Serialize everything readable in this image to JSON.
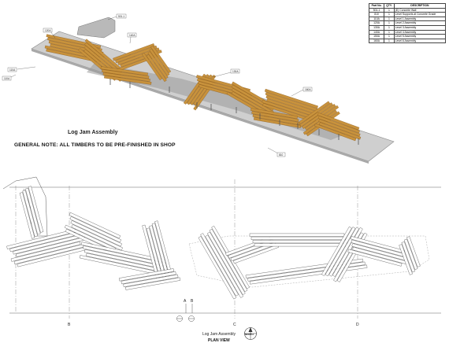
{
  "parts_table": {
    "headers": [
      "Part No.",
      "QTY.",
      "DESCRIPTION"
    ],
    "rows": [
      [
        "501-1",
        "1",
        "(E) Concrete Wall"
      ],
      [
        "810",
        "1",
        "Level Supports at Concrete Grade"
      ],
      [
        "110A",
        "1",
        "Level 1 Assembly"
      ],
      [
        "120A",
        "1",
        "Level 2 Assembly"
      ],
      [
        "130A",
        "1",
        "Level 3 Assembly"
      ],
      [
        "140A",
        "1",
        "Level 4 Assembly"
      ],
      [
        "150A",
        "1",
        "Level 5 Assembly"
      ],
      [
        "160A",
        "1",
        "Level 6 Assembly"
      ]
    ]
  },
  "iso_view": {
    "title": "Log Jam Assembly",
    "note": "GENERAL NOTE: ALL TIMBERS TO BE PRE-FINISHED IN SHOP",
    "callouts": [
      "501-1",
      "120A",
      "140A",
      "110A",
      "110A",
      "130A",
      "160A",
      "810"
    ]
  },
  "plan_view": {
    "title": "Log Jam Assembly",
    "subtitle": "PLAN VIEW",
    "grid_labels": [
      "B",
      "C",
      "D"
    ],
    "section_labels": [
      "A",
      "B"
    ],
    "north_label": "NORTH"
  },
  "colors": {
    "timber": "#c8923c",
    "timber_dark": "#8a5a1e",
    "slab": "#c9c9c9",
    "line": "#333333"
  }
}
